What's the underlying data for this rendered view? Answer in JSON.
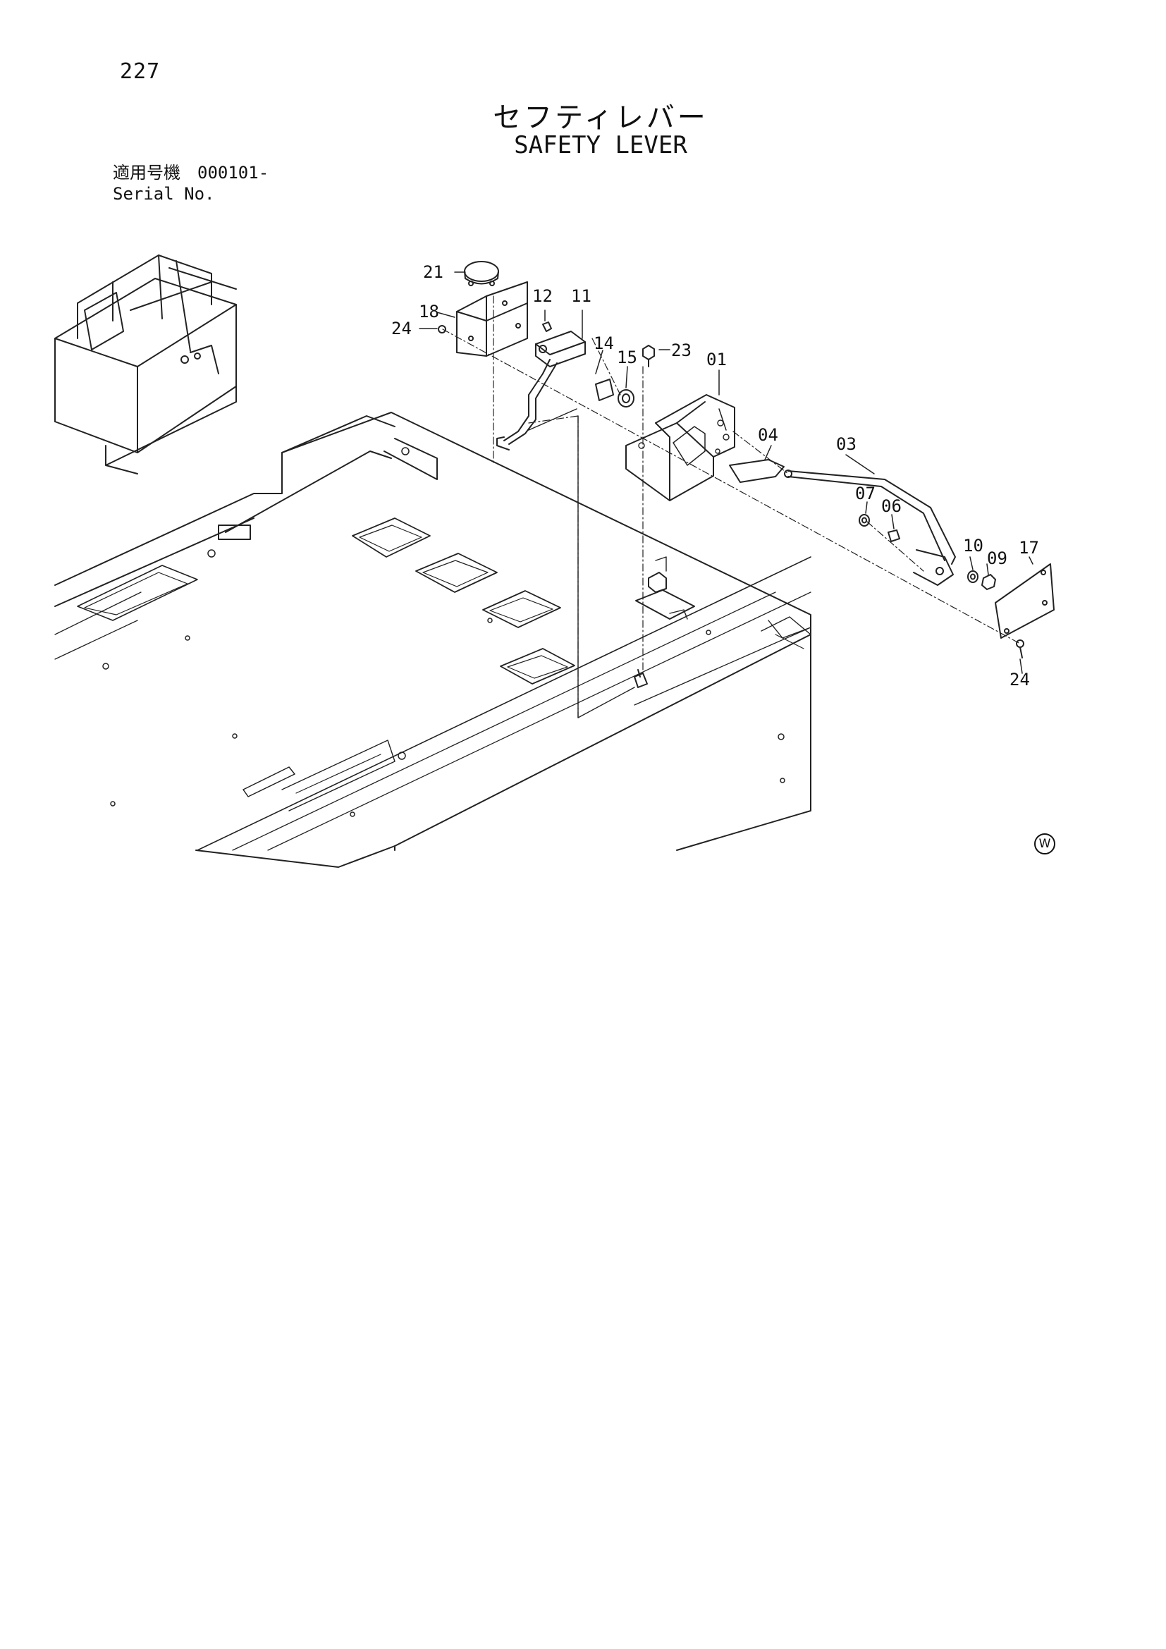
{
  "page_number": "227",
  "title_jp": "セフティレバー",
  "title_en": "SAFETY LEVER",
  "serial": {
    "label_jp": "適用号機",
    "label_en": "Serial No.",
    "value": "000101-"
  },
  "watermark_symbol": "W",
  "callouts": {
    "p21": "21",
    "p12": "12",
    "p11": "11",
    "p18": "18",
    "p24a": "24",
    "p14": "14",
    "p15": "15",
    "p23": "23",
    "p01": "01",
    "p04": "04",
    "p03": "03",
    "p07": "07",
    "p06": "06",
    "p10": "10",
    "p09": "09",
    "p17": "17",
    "p24b": "24"
  }
}
